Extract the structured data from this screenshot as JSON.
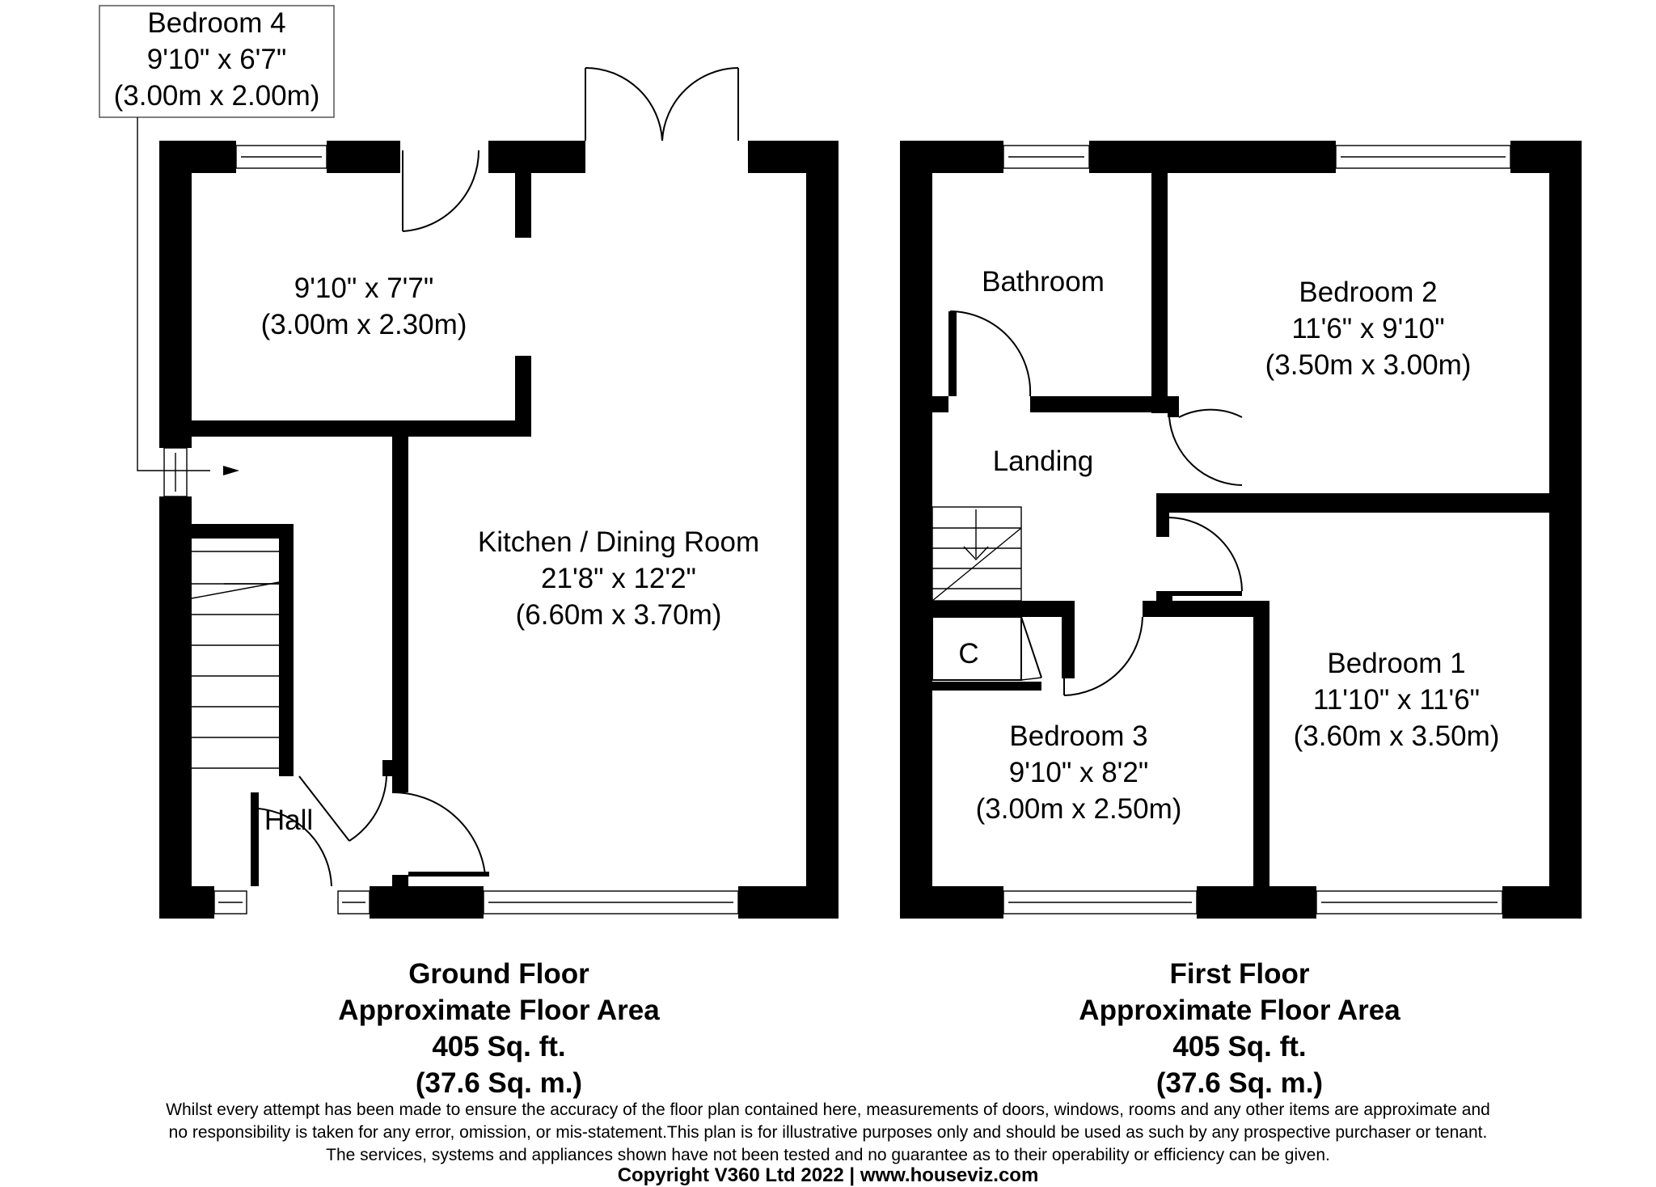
{
  "ground_floor": {
    "callout": {
      "name": "Bedroom 4",
      "size_imperial": "9'10\" x 6'7\"",
      "size_metric": "(3.00m x 2.00m)"
    },
    "rooms": {
      "bedroom4": {
        "size_imperial": "9'10\" x 7'7\"",
        "size_metric": "(3.00m x 2.30m)"
      },
      "kitchen": {
        "name": "Kitchen / Dining Room",
        "size_imperial": "21'8\" x 12'2\"",
        "size_metric": "(6.60m x 3.70m)"
      },
      "hall": {
        "name": "Hall"
      }
    },
    "caption": {
      "floor": "Ground Floor",
      "area_label": "Approximate Floor Area",
      "area_sqft": "405 Sq. ft.",
      "area_sqm": "(37.6 Sq. m.)"
    }
  },
  "first_floor": {
    "rooms": {
      "bathroom": {
        "name": "Bathroom"
      },
      "bedroom2": {
        "name": "Bedroom 2",
        "size_imperial": "11'6\" x 9'10\"",
        "size_metric": "(3.50m x 3.00m)"
      },
      "landing": {
        "name": "Landing"
      },
      "cupboard": {
        "name": "C"
      },
      "bedroom1": {
        "name": "Bedroom 1",
        "size_imperial": "11'10\" x 11'6\"",
        "size_metric": "(3.60m x 3.50m)"
      },
      "bedroom3": {
        "name": "Bedroom 3",
        "size_imperial": "9'10\" x 8'2\"",
        "size_metric": "(3.00m x 2.50m)"
      }
    },
    "caption": {
      "floor": "First Floor",
      "area_label": "Approximate Floor Area",
      "area_sqft": "405 Sq. ft.",
      "area_sqm": "(37.6 Sq. m.)"
    }
  },
  "footer": {
    "disclaimer_line1": "Whilst every attempt has been made to ensure the accuracy of the floor plan contained here, measurements of doors, windows, rooms and any other items are approximate and",
    "disclaimer_line2": "no responsibility is taken for any error, omission, or mis-statement.This plan is for illustrative purposes only and should be used as such by any prospective purchaser or tenant.",
    "disclaimer_line3": "The services, systems and appliances shown have not been tested and no guarantee as to their operability or efficiency can be given.",
    "copyright": "Copyright V360 Ltd 2022 | www.houseviz.com"
  }
}
